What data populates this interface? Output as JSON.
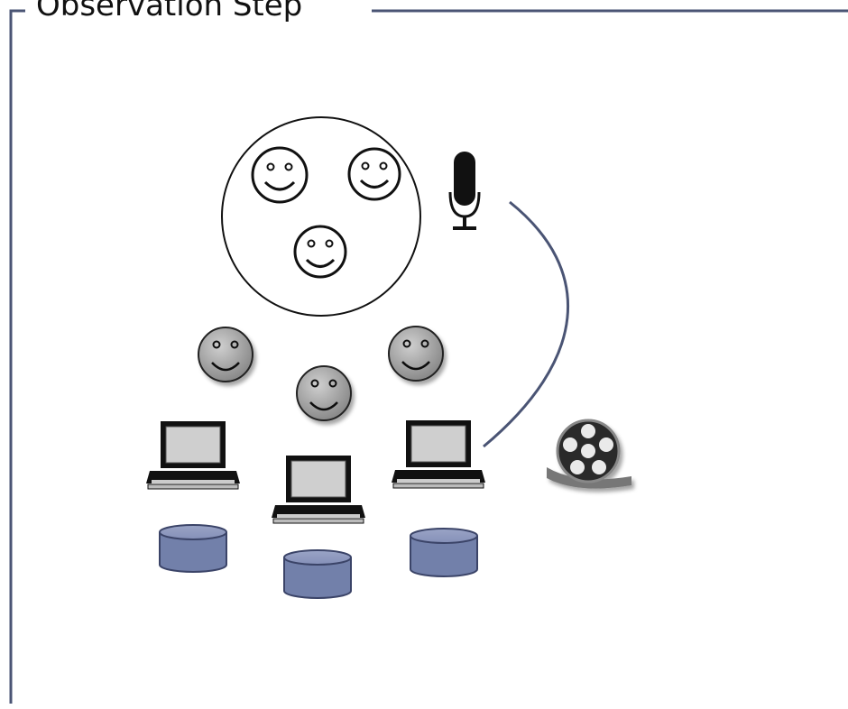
{
  "frame": {
    "title": "Observation Step",
    "border_color": "#4a5474"
  },
  "group_circle": {
    "faces": 3,
    "face_style": "outline"
  },
  "participants": {
    "count": 3,
    "face_color": "#a8a8a8"
  },
  "icons": [
    "microphone-icon",
    "film-reel-icon",
    "laptop-icon",
    "database-icon"
  ],
  "colors": {
    "database_fill": "#7280aa",
    "database_stroke": "#3b4468",
    "laptop_screen": "#cfcfcf",
    "connector": "#4a5474"
  }
}
